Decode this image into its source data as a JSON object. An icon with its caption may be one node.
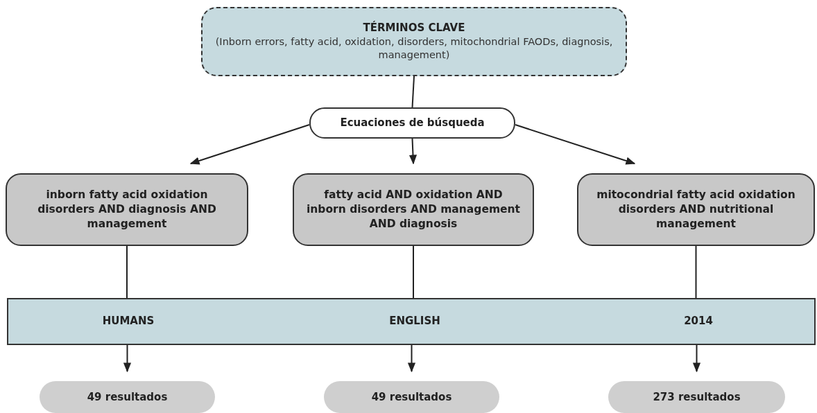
{
  "diagram": {
    "nodes": [
      {
        "text": [
          "TÉRMINOS CLAVE",
          "(Inborn errors, fatty acid, oxidation, disorders, mitochondrial FAODs, diagnosis, management)"
        ]
      },
      {
        "text": [
          "Ecuaciones de búsqueda"
        ]
      },
      {
        "text": [
          "inborn fatty acid oxidation disorders AND diagnosis AND management"
        ]
      },
      {
        "text": [
          "fatty acid AND oxidation AND inborn disorders AND management AND diagnosis"
        ]
      },
      {
        "text": [
          "mitocondrial fatty acid oxidation disorders AND nutritional management"
        ]
      },
      {
        "text": [
          "HUMANS",
          "ENGLISH",
          "2014"
        ]
      },
      {
        "text": [
          "49 resultados"
        ]
      },
      {
        "text": [
          "49 resultados"
        ]
      },
      {
        "text": [
          "273 resultados"
        ]
      }
    ],
    "edges": [
      {
        "from": 0,
        "to": 1,
        "arrow": "none"
      },
      {
        "from": 1,
        "to": 2,
        "arrow": "to"
      },
      {
        "from": 1,
        "to": 3,
        "arrow": "to"
      },
      {
        "from": 1,
        "to": 4,
        "arrow": "to"
      },
      {
        "from": 2,
        "to": 5,
        "arrow": "none"
      },
      {
        "from": 3,
        "to": 5,
        "arrow": "none"
      },
      {
        "from": 4,
        "to": 5,
        "arrow": "none"
      },
      {
        "from": 5,
        "to": 6,
        "arrow": "to"
      },
      {
        "from": 5,
        "to": 7,
        "arrow": "to"
      },
      {
        "from": 5,
        "to": 8,
        "arrow": "to"
      }
    ]
  }
}
